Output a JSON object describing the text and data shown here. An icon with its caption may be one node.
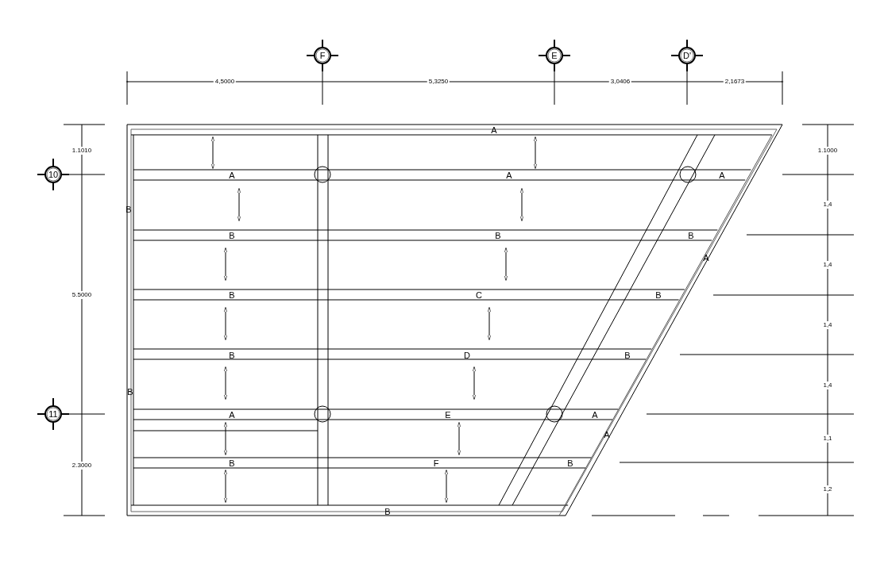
{
  "diagram": {
    "labels": [
      "F",
      "E",
      "D'",
      "4,5000",
      "5,3250",
      "3,0406",
      "2,1673",
      "A",
      "1.1010",
      "1.1000",
      "10",
      "A",
      "A",
      "A",
      "B",
      "1,4",
      "B",
      "B",
      "B",
      "A",
      "1,4",
      "5.5000",
      "B",
      "C",
      "B",
      "1,4",
      "B",
      "D",
      "B",
      "B",
      "1,4",
      "11",
      "A",
      "E",
      "A",
      "1,1",
      "A",
      "2.3000",
      "B",
      "F",
      "B",
      "1,2",
      "B"
    ]
  }
}
